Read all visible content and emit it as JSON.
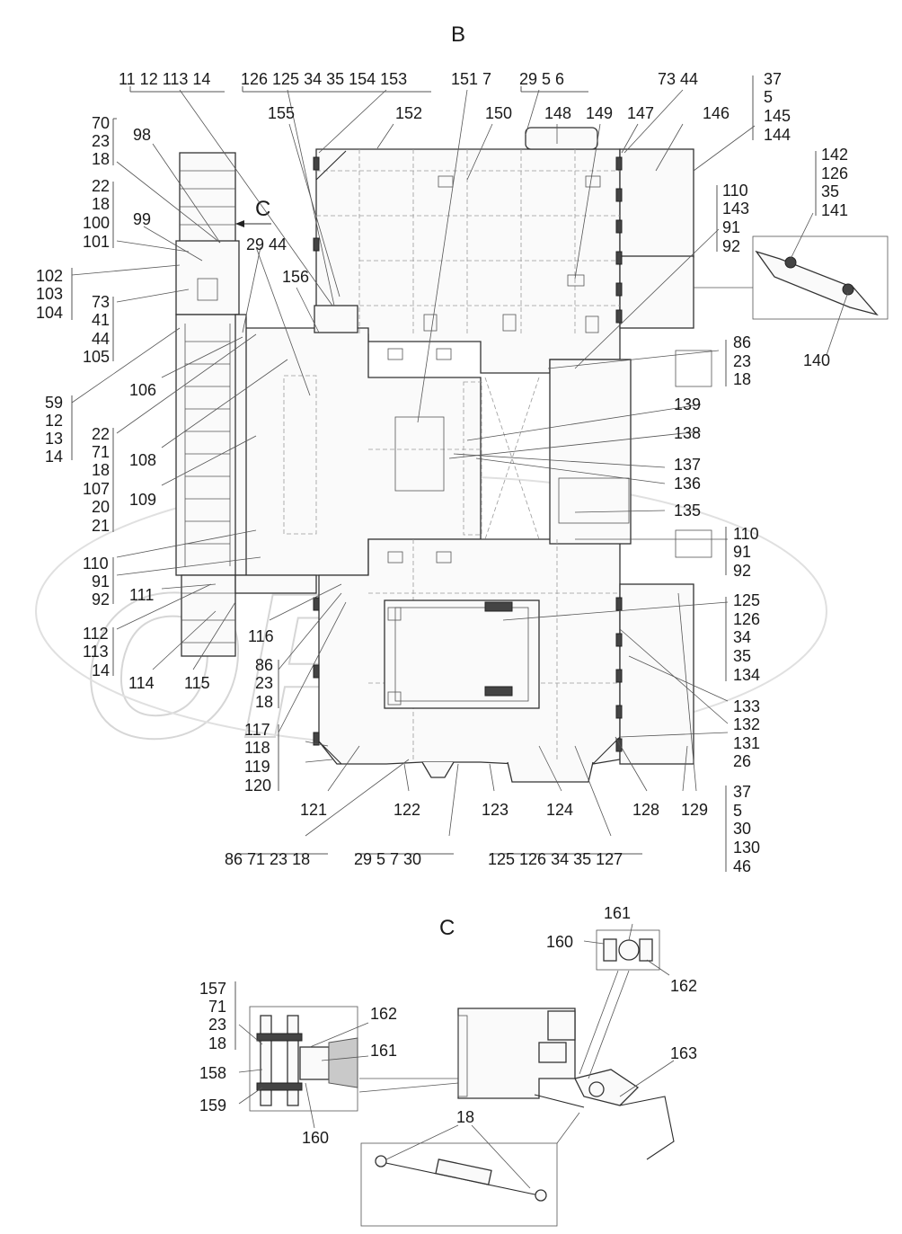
{
  "views": {
    "b": "B",
    "c": "C",
    "c_arrow": "C"
  },
  "watermark": "OPEX",
  "callouts": {
    "top": [
      {
        "id": "t1",
        "text": "11 12 113 14"
      },
      {
        "id": "t2",
        "text": "126 125 34  35 154 153"
      },
      {
        "id": "t3",
        "text": "151  7"
      },
      {
        "id": "t4",
        "text": "29   5    6"
      },
      {
        "id": "t5",
        "text": "73 44"
      },
      {
        "id": "t6",
        "text": "155"
      },
      {
        "id": "t7",
        "text": "152"
      },
      {
        "id": "t8",
        "text": "150"
      },
      {
        "id": "t9",
        "text": "148"
      },
      {
        "id": "t10",
        "text": "149"
      },
      {
        "id": "t11",
        "text": "147"
      },
      {
        "id": "t12",
        "text": "146"
      },
      {
        "id": "t13",
        "text": "98"
      },
      {
        "id": "t14",
        "text": "99"
      },
      {
        "id": "t15",
        "text": "29 44"
      },
      {
        "id": "t16",
        "text": "156"
      }
    ],
    "left_stacks": [
      {
        "id": "l1",
        "items": [
          "70",
          "23",
          "18"
        ]
      },
      {
        "id": "l2",
        "items": [
          "22",
          "18",
          "100",
          "101"
        ]
      },
      {
        "id": "l3",
        "items": [
          "102",
          "103",
          "104"
        ]
      },
      {
        "id": "l4",
        "items": [
          "73",
          "41",
          "44",
          "105"
        ]
      },
      {
        "id": "l5",
        "items": [
          "59",
          "12",
          "13",
          "14"
        ]
      },
      {
        "id": "l6",
        "items": [
          "22",
          "71",
          "18",
          "107",
          "20",
          "21"
        ]
      },
      {
        "id": "l7",
        "items": [
          "110",
          "91",
          "92"
        ]
      },
      {
        "id": "l8",
        "items": [
          "112",
          "113",
          "14"
        ]
      },
      {
        "id": "l9",
        "items": [
          "86",
          "23",
          "18"
        ]
      },
      {
        "id": "l10",
        "items": [
          "117",
          "118",
          "119",
          "120"
        ]
      }
    ],
    "left_single": [
      {
        "id": "s1",
        "text": "106"
      },
      {
        "id": "s2",
        "text": "108"
      },
      {
        "id": "s3",
        "text": "109"
      },
      {
        "id": "s4",
        "text": "111"
      },
      {
        "id": "s5",
        "text": "116"
      },
      {
        "id": "s6",
        "text": "114"
      },
      {
        "id": "s7",
        "text": "115"
      }
    ],
    "right_stacks": [
      {
        "id": "r1",
        "items": [
          "37",
          "5",
          "145",
          "144"
        ]
      },
      {
        "id": "r2",
        "items": [
          "142",
          "126",
          "35",
          "141"
        ]
      },
      {
        "id": "r3",
        "items": [
          "110",
          "143",
          "91",
          "92"
        ]
      },
      {
        "id": "r4",
        "items": [
          "86",
          "23",
          "18"
        ]
      },
      {
        "id": "r5",
        "items": [
          "137",
          "136"
        ]
      },
      {
        "id": "r6",
        "items": [
          "110",
          "91",
          "92"
        ]
      },
      {
        "id": "r7",
        "items": [
          "125",
          "126",
          "34",
          "35",
          "134"
        ]
      },
      {
        "id": "r8",
        "items": [
          "133",
          "132",
          "131",
          "26"
        ]
      },
      {
        "id": "r9",
        "items": [
          "37",
          "5",
          "30",
          "130",
          "46"
        ]
      }
    ],
    "right_single": [
      {
        "id": "rs1",
        "text": "140"
      },
      {
        "id": "rs2",
        "text": "139"
      },
      {
        "id": "rs3",
        "text": "138"
      },
      {
        "id": "rs4",
        "text": "135"
      }
    ],
    "bottom": [
      {
        "id": "b1",
        "text": "121"
      },
      {
        "id": "b2",
        "text": "122"
      },
      {
        "id": "b3",
        "text": "123"
      },
      {
        "id": "b4",
        "text": "124"
      },
      {
        "id": "b5",
        "text": "128"
      },
      {
        "id": "b6",
        "text": "129"
      },
      {
        "id": "b7",
        "text": "86 71 23 18"
      },
      {
        "id": "b8",
        "text": "29  5   7  30"
      },
      {
        "id": "b9",
        "text": "125 126 34  35 127"
      }
    ],
    "view_c": [
      {
        "id": "c1",
        "text": "161"
      },
      {
        "id": "c2",
        "text": "160"
      },
      {
        "id": "c3",
        "text": "162"
      },
      {
        "id": "c4",
        "text": "162"
      },
      {
        "id": "c5",
        "text": "161"
      },
      {
        "id": "c6",
        "text": "163"
      },
      {
        "id": "c7",
        "text": "158"
      },
      {
        "id": "c8",
        "text": "159"
      },
      {
        "id": "c9",
        "text": "160"
      },
      {
        "id": "c10",
        "text": "18"
      }
    ],
    "view_c_stack": {
      "id": "cs1",
      "items": [
        "157",
        "71",
        "23",
        "18"
      ]
    }
  }
}
